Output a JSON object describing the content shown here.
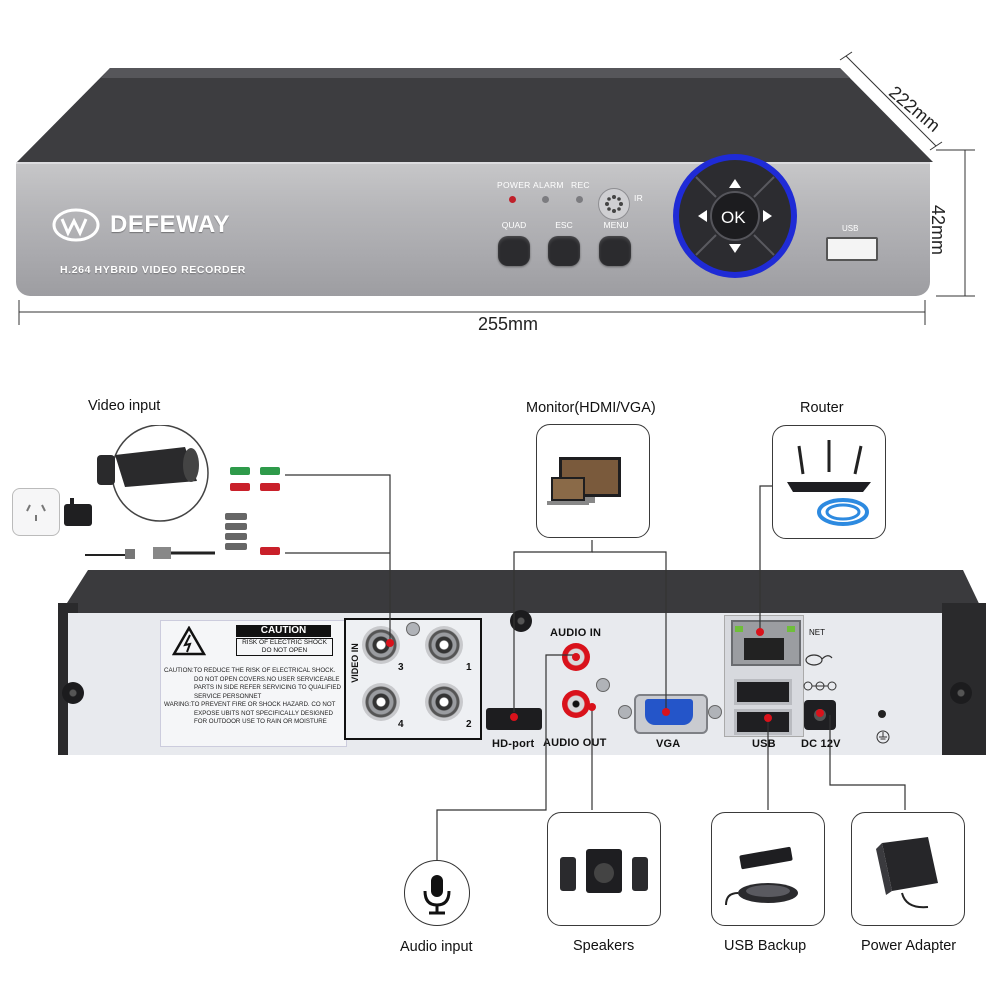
{
  "front": {
    "brand": "DEFEWAY",
    "subtitle": "H.264 HYBRID VIDEO RECORDER",
    "indicators": [
      "POWER",
      "ALARM",
      "REC"
    ],
    "ir_label": "IR",
    "buttons": [
      "QUAD",
      "ESC",
      "MENU"
    ],
    "ok_label": "OK",
    "usb_label": "USB"
  },
  "dimensions": {
    "width": "255mm",
    "depth": "222mm",
    "height": "42mm"
  },
  "rear": {
    "caution_title": "CAUTION",
    "caution_sub": "RISK OF ELECTRIC SHOCK DO NOT OPEN",
    "caution_lines": [
      "CAUTION:TO REDUCE THE RISK OF ELECTRICAL SHOCK.",
      "DO NOT OPEN COVERS.NO USER SERVICEABLE",
      "PARTS IN SIDE REFER SERVICING TO QUALIFIED",
      "SERVICE PERSONNET",
      "WARING:TO PREVENT FIRE OR SHOCK HAZARD. CO NOT",
      "EXPOSE UBITS NOT SPECIFICALLY DESIGNED",
      "FOR OUTDOOR USE TO RAIN OR MOISTURE"
    ],
    "video_in_label": "VIDEO IN",
    "bnc_numbers": [
      "3",
      "1",
      "4",
      "2"
    ],
    "audio_in": "AUDIO IN",
    "audio_out": "AUDIO OUT",
    "hd_port": "HD-port",
    "vga": "VGA",
    "net": "NET",
    "usb": "USB",
    "dc": "DC 12V"
  },
  "callouts": {
    "video_input": "Video input",
    "monitor": "Monitor(HDMI/VGA)",
    "router": "Router",
    "audio_input": "Audio input",
    "speakers": "Speakers",
    "usb_backup": "USB Backup",
    "power_adapter": "Power Adapter"
  },
  "colors": {
    "panel_silver": "#b6b6b9",
    "top_dark": "#3a3a3d",
    "dpad_blue": "#1e3cff",
    "vga_blue": "#2455c9",
    "connector_red": "#d9121b"
  }
}
